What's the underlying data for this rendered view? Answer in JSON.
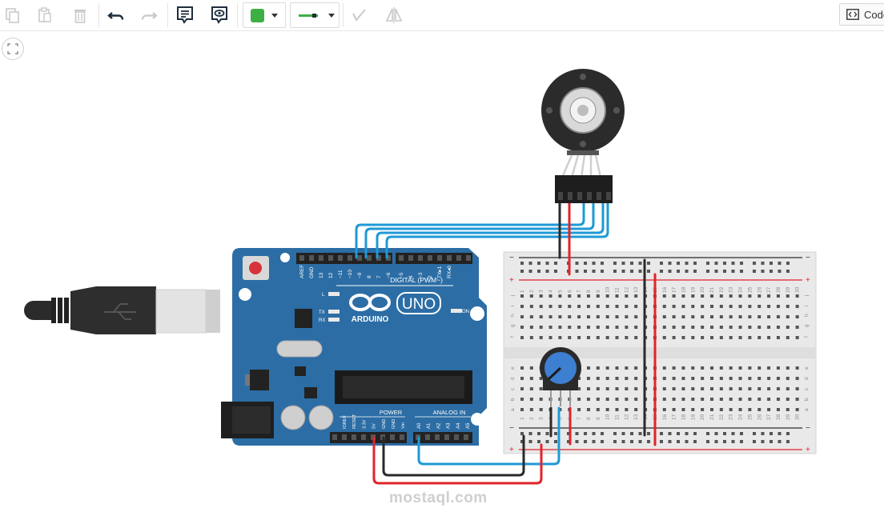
{
  "toolbar": {
    "code_label": "Code",
    "wire_color": "#3cb043",
    "tools": [
      {
        "name": "copy-icon",
        "enabled": false
      },
      {
        "name": "paste-icon",
        "enabled": false
      },
      {
        "name": "trash-icon",
        "enabled": false
      },
      {
        "name": "undo-icon",
        "enabled": true
      },
      {
        "name": "redo-icon",
        "enabled": false
      },
      {
        "name": "notes-icon",
        "enabled": true
      },
      {
        "name": "annotation-visibility-icon",
        "enabled": true
      },
      {
        "name": "rotate-icon",
        "enabled": false
      },
      {
        "name": "flip-icon",
        "enabled": false
      }
    ]
  },
  "arduino": {
    "board_name": "UNO",
    "brand": "ARDUINO",
    "digital_label": "DIGITAL (PWM~)",
    "power_label": "POWER",
    "analog_label": "ANALOG IN",
    "on_label": "ON",
    "led_l": "L",
    "led_tx": "TX",
    "led_rx": "RX",
    "digital_pins": [
      "AREF",
      "GND",
      "13",
      "12",
      "~11",
      "~10",
      "~9",
      "8",
      "7",
      "~6",
      "~5",
      "4",
      "~3",
      "2",
      "TX▸1",
      "RX◂0"
    ],
    "power_pins": [
      "IOREF",
      "RESET",
      "3.3V",
      "5V",
      "GND",
      "GND",
      "Vin"
    ],
    "analog_pins": [
      "A0",
      "A1",
      "A2",
      "A3",
      "A4",
      "A5"
    ]
  },
  "breadboard": {
    "columns": [
      "1",
      "2",
      "3",
      "4",
      "5",
      "6",
      "7",
      "8",
      "9",
      "10",
      "11",
      "12",
      "13",
      "14",
      "15",
      "16",
      "17",
      "18",
      "19",
      "20",
      "21",
      "22",
      "23",
      "24",
      "25",
      "26",
      "27",
      "28",
      "29",
      "30"
    ],
    "top_rows": [
      "j",
      "i",
      "h",
      "g",
      "f"
    ],
    "bottom_rows": [
      "e",
      "d",
      "c",
      "b",
      "a"
    ],
    "rail_minus": "−",
    "rail_plus": "+"
  },
  "colors": {
    "board": "#2c6da5",
    "wire_red": "#e0242b",
    "wire_black": "#2a2a2a",
    "wire_blue": "#1d9ad6"
  },
  "watermark": "mostaql.com"
}
